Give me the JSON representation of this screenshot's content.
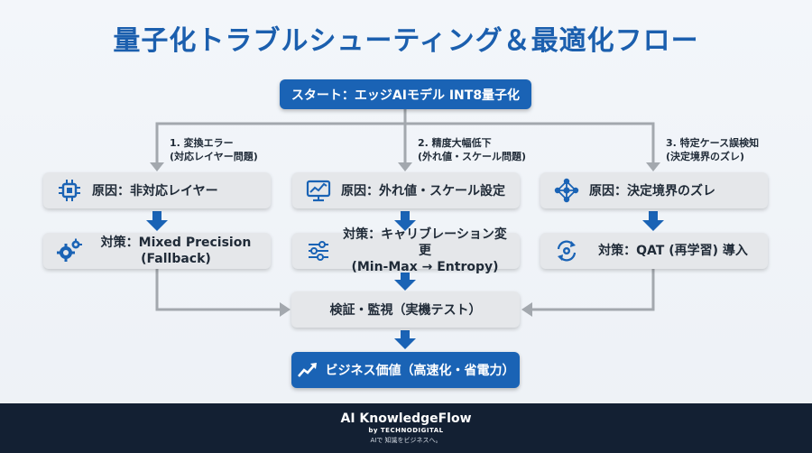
{
  "title": "量子化トラブルシューティング＆最適化フロー",
  "start": {
    "label": "スタート：エッジAIモデル INT8量子化"
  },
  "branches": [
    {
      "label_line1": "1. 変換エラー",
      "label_line2": "(対応レイヤー問題)",
      "cause": "原因：非対応レイヤー",
      "cause_icon": "chip-icon",
      "action_line1": "対策：Mixed Precision",
      "action_line2": "(Fallback)",
      "action_icon": "gears-icon"
    },
    {
      "label_line1": "2. 精度大幅低下",
      "label_line2": "(外れ値・スケール問題)",
      "cause": "原因：外れ値・スケール設定",
      "cause_icon": "chart-monitor-icon",
      "action_line1": "対策：キャリブレーション変更",
      "action_line2": "(Min-Max → Entropy)",
      "action_icon": "sliders-icon"
    },
    {
      "label_line1": "3. 特定ケース誤検知",
      "label_line2": "(決定境界のズレ)",
      "cause": "原因：決定境界のズレ",
      "cause_icon": "network-icon",
      "action_line1": "対策：QAT (再学習) 導入",
      "action_line2": "",
      "action_icon": "refresh-gear-icon"
    }
  ],
  "verify": {
    "label": "検証・監視（実機テスト）"
  },
  "result": {
    "label": "ビジネス価値（高速化・省電力）",
    "icon": "trend-up-icon"
  },
  "footer": {
    "brand": "AI KnowledgeFlow",
    "by": "by TECHNODIGITAL",
    "tagline": "AIで 知識をビジネスへ。"
  },
  "colors": {
    "title": "#1b5fae",
    "accent_blue": "#1a63b5",
    "box_grey": "#e5e7ea",
    "connector_grey": "#a3a8ae",
    "footer_bg": "#132033"
  }
}
